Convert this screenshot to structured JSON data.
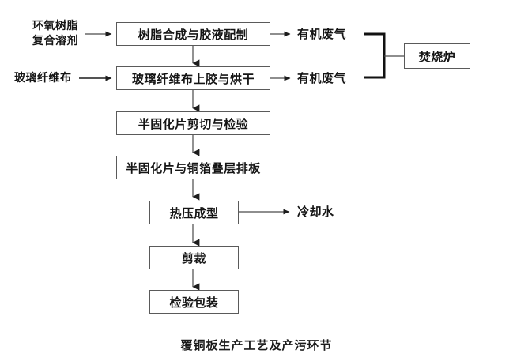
{
  "diagram": {
    "caption": "覆铜板生产工艺及产污环节",
    "colors": {
      "box_border": "#5a5a5a",
      "text": "#151515",
      "wire": "#4a4a4a",
      "bracket": "#111111",
      "background": "#ffffff"
    },
    "inputs": [
      {
        "id": "input-epoxy",
        "line1": "环氧树脂",
        "line2": "复合溶剂"
      },
      {
        "id": "input-glass-cloth",
        "line1": "玻璃纤维布",
        "line2": ""
      }
    ],
    "process_steps": [
      {
        "id": "step-resin-synthesis",
        "label": "树脂合成与胶液配制"
      },
      {
        "id": "step-cloth-gluing-drying",
        "label": "玻璃纤维布上胶与烘干"
      },
      {
        "id": "step-prepreg-cutting-inspection",
        "label": "半固化片剪切与检验"
      },
      {
        "id": "step-prepreg-copper-layup",
        "label": "半固化片与铜箔叠层排板"
      },
      {
        "id": "step-hot-press-forming",
        "label": "热压成型"
      },
      {
        "id": "step-trimming",
        "label": "剪裁"
      },
      {
        "id": "step-inspection-packaging",
        "label": "检验包装"
      }
    ],
    "emissions": [
      {
        "id": "emission-organic-gas-1",
        "label": "有机废气"
      },
      {
        "id": "emission-organic-gas-2",
        "label": "有机废气"
      },
      {
        "id": "emission-cooling-water",
        "label": "冷却水"
      }
    ],
    "treatment": {
      "id": "treatment-incinerator",
      "label": "焚烧炉"
    }
  }
}
